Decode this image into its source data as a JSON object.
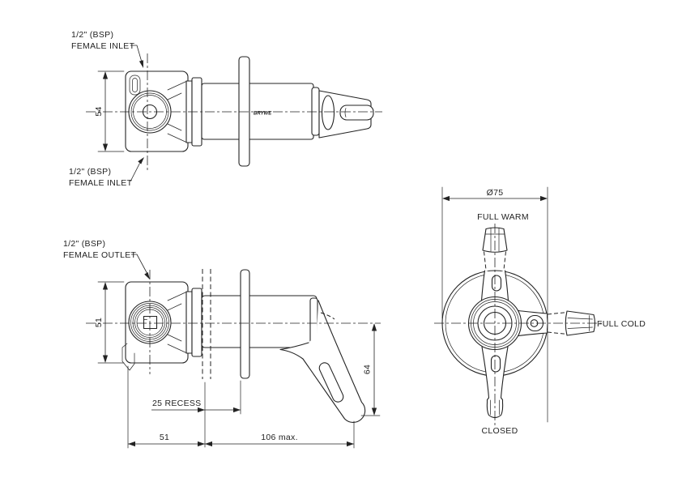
{
  "drawing": {
    "background": "#ffffff",
    "line_color": "#232323",
    "views": {
      "side_closed": {
        "inlet_top_l1": "1/2\" (BSP)",
        "inlet_top_l2": "FEMALE INLET",
        "inlet_bottom_l1": "1/2\" (BSP)",
        "inlet_bottom_l2": "FEMALE INLET",
        "dim_height": "54",
        "brand_mark": "BRYWE"
      },
      "side_open": {
        "outlet_l1": "1/2\" (BSP)",
        "outlet_l2": "FEMALE OUTLET",
        "dim_height": "51",
        "dim_recess": "25 RECESS",
        "dim_depth": "51",
        "dim_projection": "106 max.",
        "dim_lever_drop": "64"
      },
      "front": {
        "dim_diameter": "Ø75",
        "pos_full_warm": "FULL WARM",
        "pos_full_cold": "FULL COLD",
        "pos_closed": "CLOSED"
      }
    }
  }
}
